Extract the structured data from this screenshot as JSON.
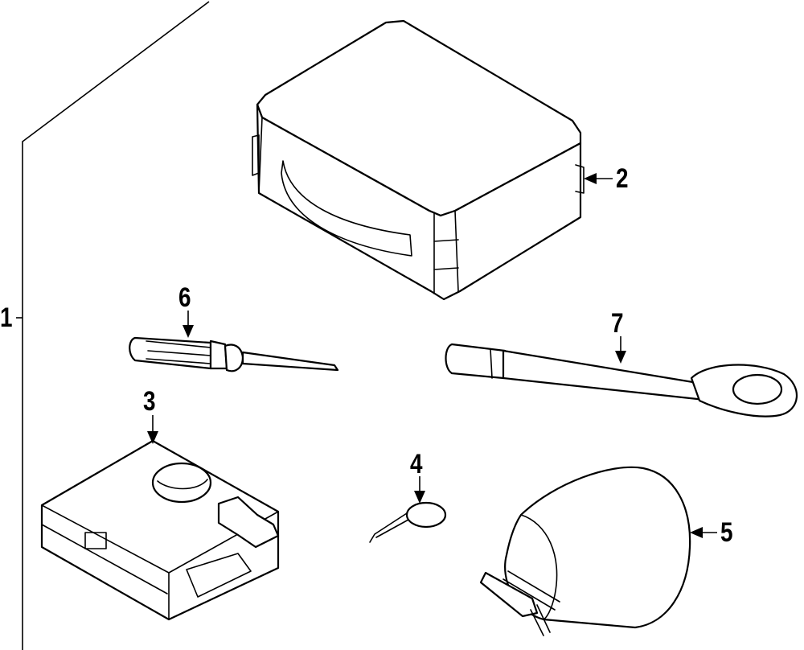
{
  "callouts": {
    "kit": "1",
    "storage_box": "2",
    "compressor": "3",
    "tow_hook": "4",
    "sealant_bottle": "5",
    "screwdriver": "6",
    "lug_wrench": "7"
  },
  "colors": {
    "line": "#000000",
    "background": "#ffffff"
  }
}
